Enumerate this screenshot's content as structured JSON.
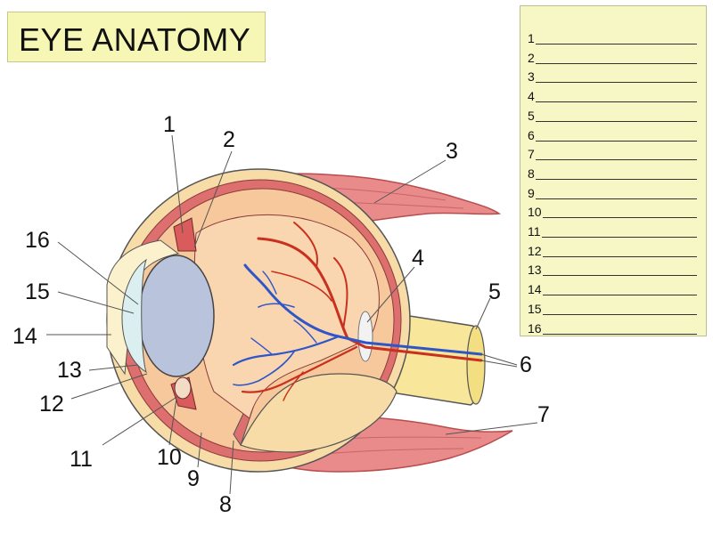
{
  "title": "EYE ANATOMY",
  "answer_sheet": {
    "rows": [
      "1",
      "2",
      "3",
      "4",
      "5",
      "6",
      "7",
      "8",
      "9",
      "10",
      "11",
      "12",
      "13",
      "14",
      "15",
      "16"
    ]
  },
  "labels": [
    "1",
    "2",
    "3",
    "4",
    "5",
    "6",
    "7",
    "8",
    "9",
    "10",
    "11",
    "12",
    "13",
    "14",
    "15",
    "16"
  ],
  "colors": {
    "title_bg": "#f6f6b5",
    "answer_bg": "#f7f7c6",
    "muscle": "#e98b8b",
    "sclera": "#f7dca7",
    "choroid": "#dd6f6f",
    "retina": "#f6c89b",
    "vitreous": "#fad6b0",
    "lens": "#b9c4dc",
    "cornea": "#5fb6a9",
    "artery": "#c9311f",
    "vein": "#2f56c8",
    "optic_nerve": "#f8e79a"
  }
}
